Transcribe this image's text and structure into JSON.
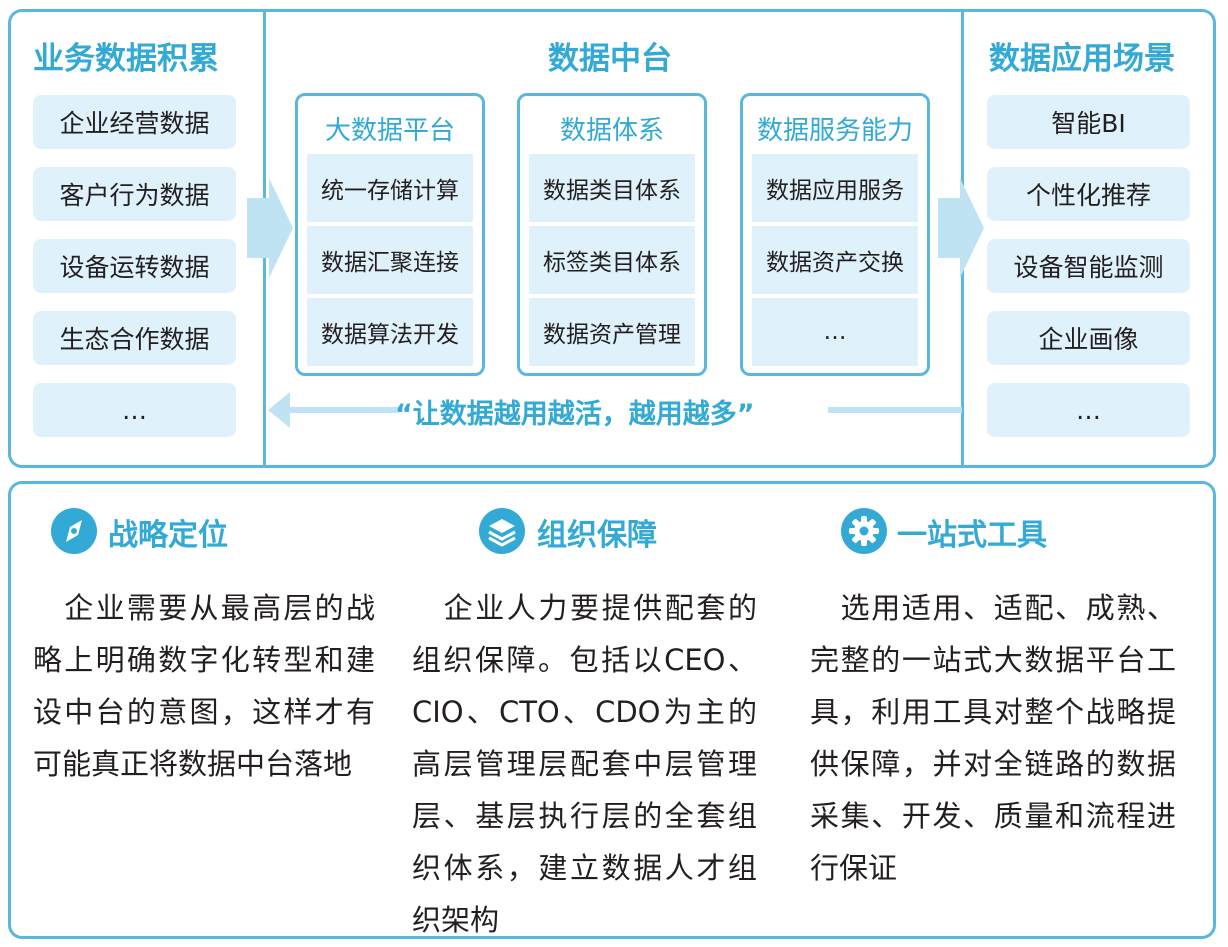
{
  "left_section": {
    "title": "业务数据积累",
    "items": [
      "企业经营数据",
      "客户行为数据",
      "设备运转数据",
      "生态合作数据",
      "…"
    ]
  },
  "middle_section": {
    "title": "数据中台",
    "subpanels": [
      {
        "title": "大数据平台",
        "items": [
          "统一存储计算",
          "数据汇聚连接",
          "数据算法开发"
        ]
      },
      {
        "title": "数据体系",
        "items": [
          "数据类目体系",
          "标签类目体系",
          "数据资产管理"
        ]
      },
      {
        "title": "数据服务能力",
        "items": [
          "数据应用服务",
          "数据资产交换",
          "…"
        ]
      }
    ],
    "slogan": "“让数据越用越活，越用越多”"
  },
  "right_section": {
    "title": "数据应用场景",
    "items": [
      "智能BI",
      "个性化推荐",
      "设备智能监测",
      "企业画像",
      "…"
    ]
  },
  "features": [
    {
      "icon": "compass-icon",
      "title": "战略定位",
      "body": "　企业需要从最高层的战略上明确数字化转型和建设中台的意图，这样才有可能真正将数据中台落地"
    },
    {
      "icon": "layers-icon",
      "title": "组织保障",
      "body": "　企业人力要提供配套的组织保障。包括以CEO、CIO、CTO、CDO为主的高层管理层配套中层管理层、基层执行层的全套组织体系，建立数据人才组织架构"
    },
    {
      "icon": "gear-icon",
      "title": "一站式工具",
      "body": "　选用适用、适配、成熟、完整的一站式大数据平台工具，利用工具对整个战略提供保障，并对全链路的数据采集、开发、质量和流程进行保证"
    }
  ],
  "colors": {
    "accent": "#33a9d6",
    "border": "#5bb8dc",
    "chip": "#dff1fa",
    "arrow": "#bfe3f3"
  }
}
